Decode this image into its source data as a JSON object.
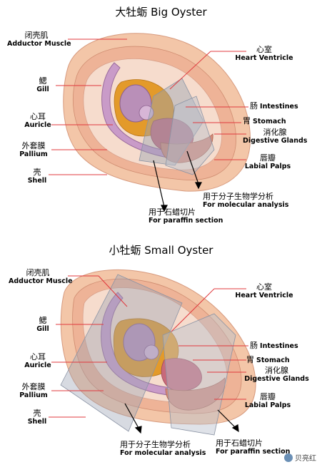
{
  "big": {
    "title": "大牡蛎 Big Oyster",
    "labels": {
      "adductor_cn": "闭壳肌",
      "adductor_en": "Adductor Muscle",
      "gill_cn": "鳃",
      "gill_en": "Gill",
      "auricle_cn": "心耳",
      "auricle_en": "Auricle",
      "pallium_cn": "外套膜",
      "pallium_en": "Pallium",
      "shell_cn": "壳",
      "shell_en": "Shell",
      "heart_cn": "心室",
      "heart_en": "Heart Ventricle",
      "intestines_cn": "肠",
      "intestines_en": "Intestines",
      "stomach_cn": "胃",
      "stomach_en": "Stomach",
      "digestive_cn": "消化腺",
      "digestive_en": "Digestive Glands",
      "labial_cn": "唇瓣",
      "labial_en": "Labial Palps",
      "molecular_cn": "用于分子生物学分析",
      "molecular_en": "For molecular analysis",
      "paraffin_cn": "用于石蜡切片",
      "paraffin_en": "For paraffin section"
    }
  },
  "small": {
    "title": "小牡蛎 Small Oyster",
    "labels": {
      "adductor_cn": "闭壳肌",
      "adductor_en": "Adductor Muscle",
      "gill_cn": "鳃",
      "gill_en": "Gill",
      "auricle_cn": "心耳",
      "auricle_en": "Auricle",
      "pallium_cn": "外套膜",
      "pallium_en": "Pallium",
      "shell_cn": "壳",
      "shell_en": "Shell",
      "heart_cn": "心室",
      "heart_en": "Heart Ventricle",
      "intestines_cn": "肠",
      "intestines_en": "Intestines",
      "stomach_cn": "胃",
      "stomach_en": "Stomach",
      "digestive_cn": "消化腺",
      "digestive_en": "Digestive Glands",
      "labial_cn": "唇瓣",
      "labial_en": "Labial Palps",
      "molecular_cn": "用于分子生物学分析",
      "molecular_en": "For molecular analysis",
      "paraffin_cn": "用于石蜡切片",
      "paraffin_en": "For paraffin section"
    }
  },
  "watermark": "贝亮红",
  "colors": {
    "shell_outer": "#f3c6a8",
    "shell_inner": "#e9a98b",
    "mantle": "#f7d9c8",
    "gill": "#c99bc8",
    "organ_orange": "#e39a2a",
    "digestive": "#c86a7a",
    "section_gray": "#9aa3b4",
    "leader_red": "#e0393e"
  }
}
